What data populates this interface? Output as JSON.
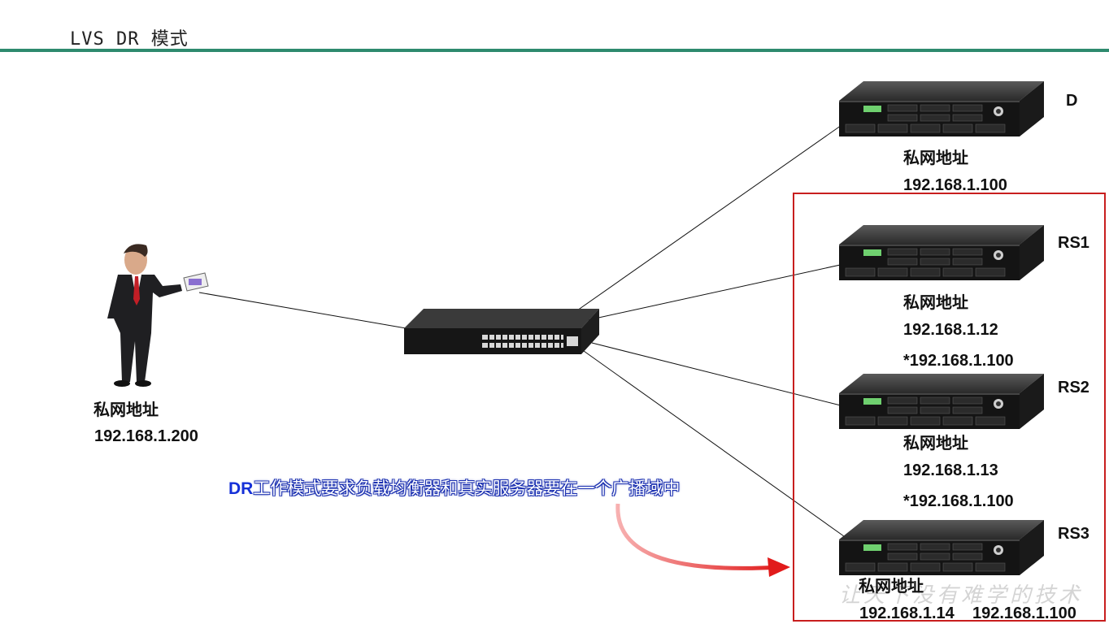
{
  "slide": {
    "title": "LVS DR 模式"
  },
  "client": {
    "label": "私网地址",
    "ip": "192.168.1.200"
  },
  "director": {
    "name": "D",
    "label": "私网地址",
    "ip": "192.168.1.100"
  },
  "real_servers": [
    {
      "name": "RS1",
      "label": "私网地址",
      "ip": "192.168.1.12",
      "vip": "*192.168.1.100"
    },
    {
      "name": "RS2",
      "label": "私网地址",
      "ip": "192.168.1.13",
      "vip": "*192.168.1.100"
    },
    {
      "name": "RS3",
      "label": "私网地址",
      "ip": "192.168.1.14",
      "vip": "192.168.1.100"
    }
  ],
  "note": {
    "prefix": "DR",
    "text": "工作模式要求负载均衡器和真实服务器要在一个广播域中"
  },
  "watermark": "让天下没有难学的技术",
  "colors": {
    "accent_rule": "#2e8a6e",
    "rs_group_border": "#c81e1e",
    "arrow": "#e11b1b",
    "note_outline": "#1a2fb0"
  }
}
